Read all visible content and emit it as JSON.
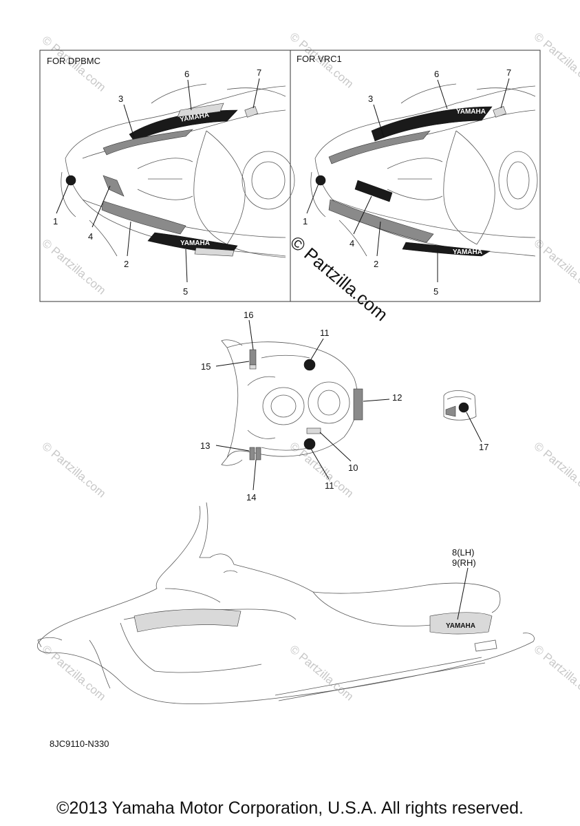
{
  "panels": [
    {
      "title": "FOR DPBMC",
      "decal_word": "YAMAHA"
    },
    {
      "title": "FOR VRC1",
      "decal_word": "YAMAHA"
    }
  ],
  "callouts": {
    "c1": "1",
    "c2": "2",
    "c3": "3",
    "c4": "4",
    "c5": "5",
    "c6": "6",
    "c7": "7",
    "c8": "8(LH)",
    "c9": "9(RH)",
    "c10": "10",
    "c11": "11",
    "c12": "12",
    "c13": "13",
    "c14": "14",
    "c15": "15",
    "c16": "16",
    "c17": "17"
  },
  "side_decal_word": "YAMAHA",
  "watermark": {
    "main": "© Partzilla.com",
    "small": "© Partzilla.com"
  },
  "part_code": "8JC9110-N330",
  "copyright": "©2013 Yamaha Motor Corporation, U.S.A. All rights reserved."
}
